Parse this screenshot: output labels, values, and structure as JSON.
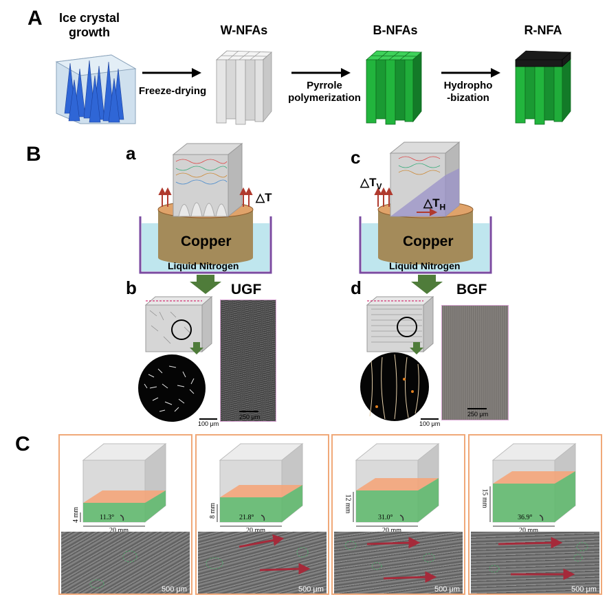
{
  "panels": {
    "A": {
      "letter": "A",
      "stages": [
        {
          "title_line1": "Ice crystal",
          "title_line2": "growth"
        },
        {
          "title_line1": "W-NFAs",
          "title_line2": ""
        },
        {
          "title_line1": "B-NFAs",
          "title_line2": ""
        },
        {
          "title_line1": "R-NFA",
          "title_line2": ""
        }
      ],
      "arrows": [
        {
          "line1": "Freeze-drying",
          "line2": ""
        },
        {
          "line1": "Pyrrole",
          "line2": "polymerization"
        },
        {
          "line1": "Hydropho",
          "line2": "-bization"
        }
      ],
      "colors": {
        "ice": "#3a6fd8",
        "white_nfa": "#e4e4e4",
        "black_nfa": "#1a1a1a",
        "green_nfa": "#1fb83a"
      }
    },
    "B": {
      "letter": "B",
      "left": {
        "top_letter": "a",
        "bottom_letter": "b",
        "delta_label": "△T",
        "block_label": "Copper",
        "bath_label": "Liquid Nitrogen",
        "method_label": "UGF",
        "scale_small": "100 μm",
        "scale_large": "250 μm"
      },
      "right": {
        "top_letter": "c",
        "bottom_letter": "d",
        "delta_v_main": "△T",
        "delta_v_sub": "V",
        "delta_h_main": "△T",
        "delta_h_sub": "H",
        "block_label": "Copper",
        "bath_label": "Liquid Nitrogen",
        "method_label": "BGF",
        "scale_small": "100 μm",
        "scale_large": "250 μm"
      },
      "colors": {
        "copper": "#d99a5b",
        "copper_dark": "#a57a48",
        "nitrogen": "#bfe6ee",
        "dewar": "#7a4aa0",
        "heat_arrow": "#b03a2e",
        "flow_arrow": "#4f7c3a"
      }
    },
    "C": {
      "letter": "C",
      "cells": [
        {
          "height_label": "4 mm",
          "angle_label": "11.3°",
          "width_label": "20 mm",
          "scale_label": "500 μm"
        },
        {
          "height_label": "8 mm",
          "angle_label": "21.8°",
          "width_label": "20 mm",
          "scale_label": "500 μm"
        },
        {
          "height_label": "12 mm",
          "angle_label": "31.0°",
          "width_label": "20 mm",
          "scale_label": "500 μm"
        },
        {
          "height_label": "15 mm",
          "angle_label": "36.9°",
          "width_label": "20 mm",
          "scale_label": "500 μm"
        }
      ],
      "colors": {
        "frame": "#f0a878",
        "orange_plane": "#f4a57a",
        "green_plane": "#5cb86a",
        "sem_arrow": "#a52a3a"
      }
    }
  }
}
